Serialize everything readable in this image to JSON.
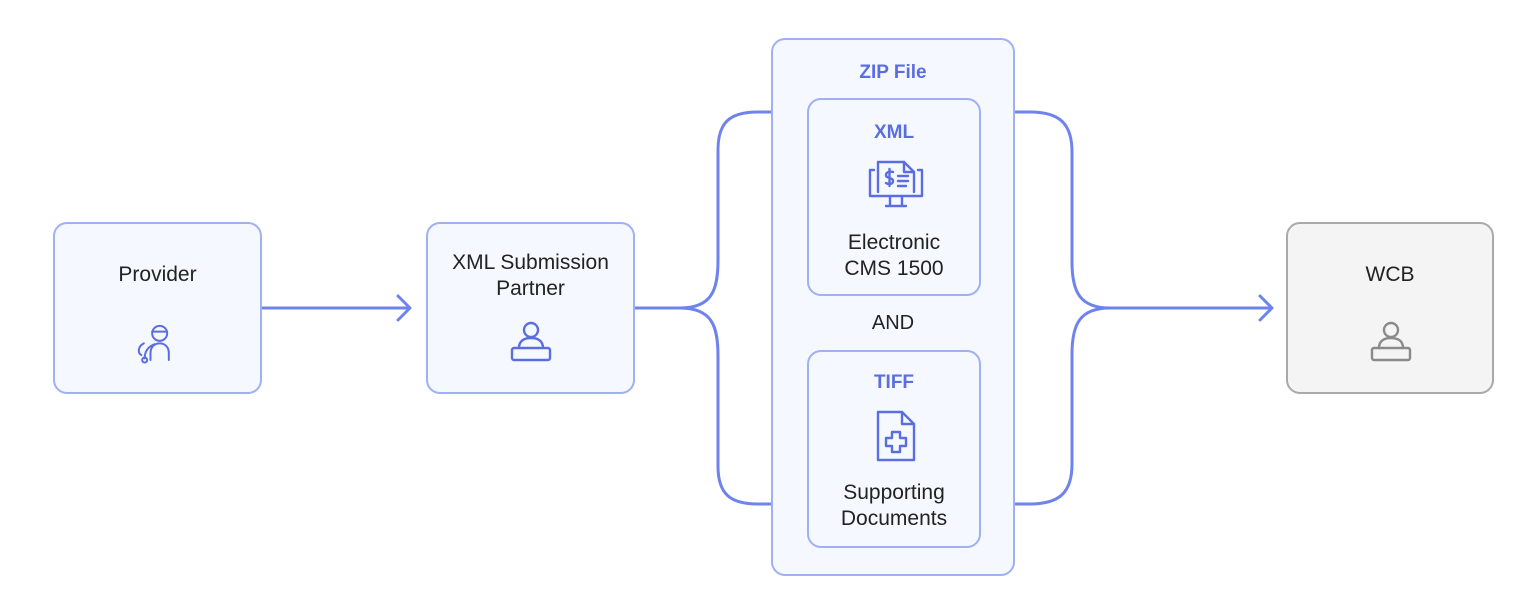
{
  "nodes": {
    "provider": {
      "label": "Provider",
      "icon": "provider-icon"
    },
    "partner": {
      "label_line1": "XML Submission",
      "label_line2": "Partner",
      "icon": "person-at-desk-icon"
    },
    "zip": {
      "title": "ZIP File",
      "xml": {
        "title": "XML",
        "line1": "Electronic",
        "line2": "CMS 1500",
        "icon": "billing-monitor-icon"
      },
      "connector": "AND",
      "tiff": {
        "title": "TIFF",
        "line1": "Supporting",
        "line2": "Documents",
        "icon": "medical-document-icon"
      }
    },
    "wcb": {
      "label": "WCB",
      "icon": "person-at-desk-icon"
    }
  },
  "colors": {
    "accent": "#5a6ee0",
    "line": "#6f83ee",
    "box_border": "#9fb0f3",
    "box_fill": "#f6f8ff",
    "gray_border": "#a9a9a9",
    "gray_fill": "#f4f4f4"
  }
}
